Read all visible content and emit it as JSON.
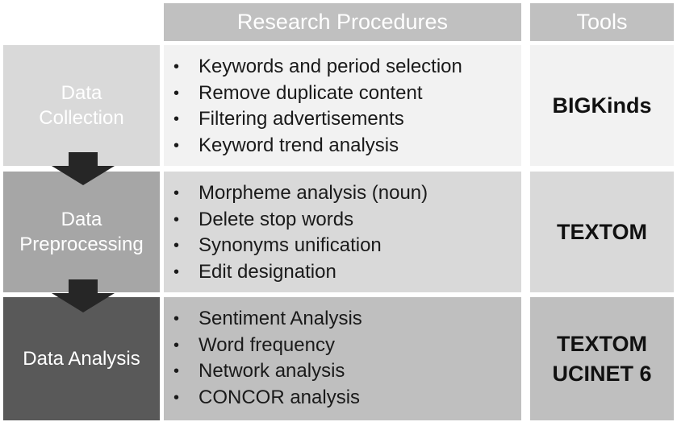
{
  "header": {
    "procedures": "Research Procedures",
    "tools": "Tools"
  },
  "rows": [
    {
      "stage": [
        "Data",
        "Collection"
      ],
      "items": [
        "Keywords and period selection",
        "Remove duplicate content",
        "Filtering advertisements",
        "Keyword trend analysis"
      ],
      "tools": [
        "BIGKinds"
      ]
    },
    {
      "stage": [
        "Data",
        "Preprocessing"
      ],
      "items": [
        "Morpheme analysis (noun)",
        "Delete stop words",
        "Synonyms unification",
        "Edit designation"
      ],
      "tools": [
        "TEXTOM"
      ]
    },
    {
      "stage": [
        "Data Analysis"
      ],
      "items": [
        "Sentiment Analysis",
        "Word frequency",
        "Network analysis",
        "CONCOR analysis"
      ],
      "tools": [
        "TEXTOM",
        "UCINET 6"
      ]
    }
  ],
  "bullet_symbol": "•",
  "colors": {
    "header_bg": "#c0c0c0",
    "stage1_bg": "#d9d9d9",
    "stage2_bg": "#a6a6a6",
    "stage3_bg": "#595959",
    "row1_bg": "#f2f2f2",
    "row2_bg": "#d9d9d9",
    "row3_bg": "#bfbfbf",
    "arrow": "#262626"
  }
}
